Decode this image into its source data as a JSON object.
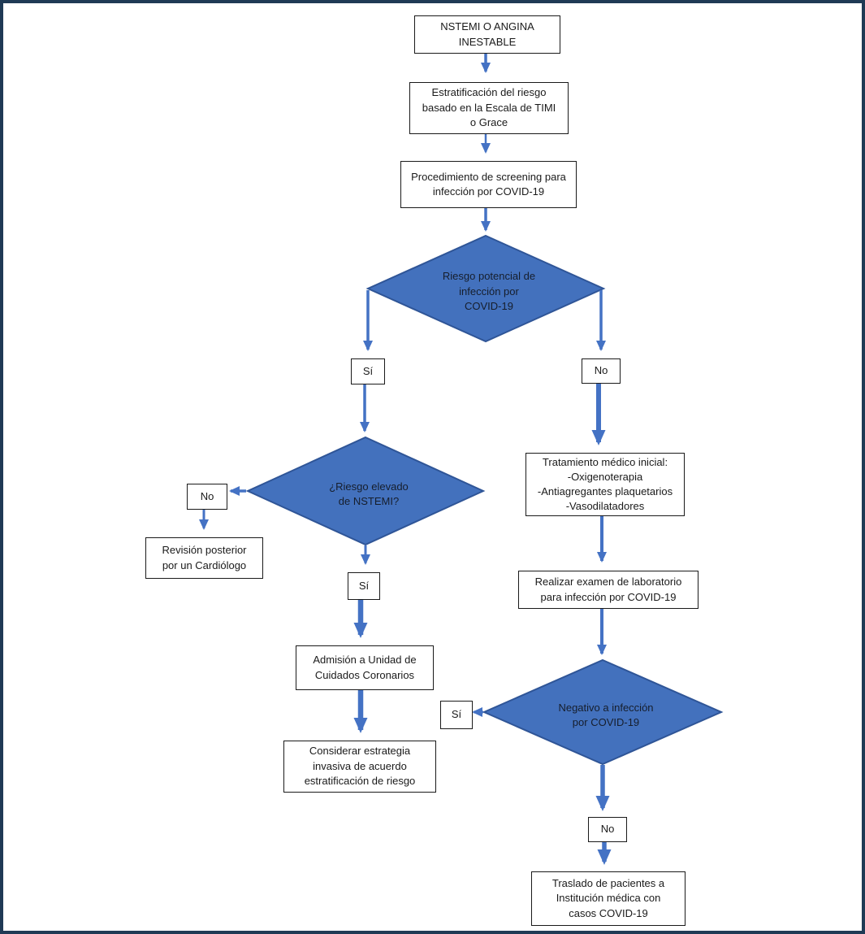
{
  "colors": {
    "accent_blue": "#4472C4",
    "diamond_fill": "#4371BD",
    "diamond_stroke": "#2F5597",
    "frame_border": "#1F3A55",
    "box_border": "#1A1A1A",
    "text": "#1A1A1A"
  },
  "nodes": {
    "start": {
      "label": "NSTEMI O ANGINA\nINESTABLE"
    },
    "estratificacion": {
      "label": "Estratificación del riesgo\nbasado en la Escala de TIMI\no Grace"
    },
    "screening": {
      "label": "Procedimiento de screening para\ninfección por COVID-19"
    },
    "riesgo_potencial": {
      "label": "Riesgo potencial de\ninfección por\nCOVID-19"
    },
    "si1": {
      "label": "Sí"
    },
    "no1": {
      "label": "No"
    },
    "riesgo_elevado": {
      "label": "¿Riesgo elevado\nde NSTEMI?"
    },
    "no2": {
      "label": "No"
    },
    "revision": {
      "label": "Revisión posterior\npor un Cardiólogo"
    },
    "si2": {
      "label": "Sí"
    },
    "admision": {
      "label": "Admisión a Unidad de\nCuidados Coronarios"
    },
    "considerar": {
      "label": "Considerar estrategia\ninvasiva de acuerdo\nestratificación de riesgo"
    },
    "tratamiento": {
      "label": "Tratamiento médico inicial:\n-Oxigenoterapia\n-Antiagregantes plaquetarios\n-Vasodilatadores"
    },
    "examen": {
      "label": "Realizar examen de laboratorio\npara infección por COVID-19"
    },
    "negativo": {
      "label": "Negativo a infección\npor COVID-19"
    },
    "si3": {
      "label": "Sí"
    },
    "no3": {
      "label": "No"
    },
    "traslado": {
      "label": "Traslado de pacientes a\nInstitución médica con\ncasos COVID-19"
    }
  }
}
